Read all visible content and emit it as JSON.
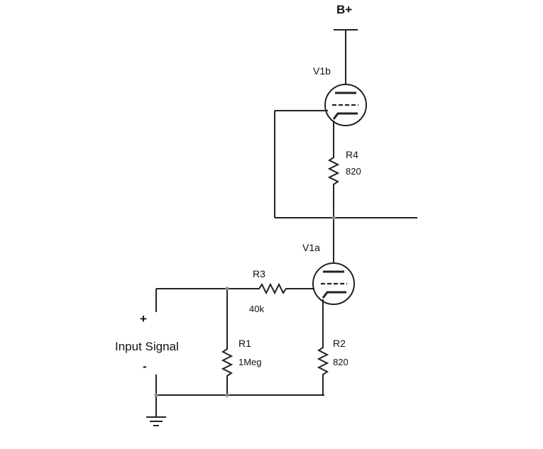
{
  "supply": {
    "label": "B+"
  },
  "tubes": {
    "v1b": {
      "label": "V1b"
    },
    "v1a": {
      "label": "V1a"
    }
  },
  "resistors": {
    "r4": {
      "ref": "R4",
      "value": "820"
    },
    "r3": {
      "ref": "R3",
      "value": "40k"
    },
    "r1": {
      "ref": "R1",
      "value": "1Meg"
    },
    "r2": {
      "ref": "R2",
      "value": "820"
    }
  },
  "input": {
    "plus": "+",
    "minus": "-",
    "label": "Input Signal"
  }
}
